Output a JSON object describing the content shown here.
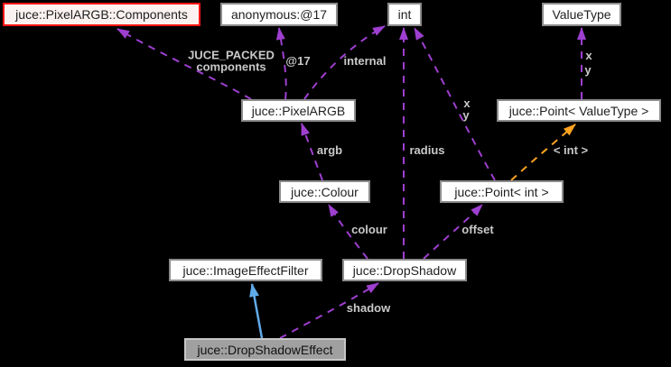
{
  "diagram": {
    "nodes": {
      "components": {
        "label": "juce::PixelARGB::Components"
      },
      "anonymous17": {
        "label": "anonymous:@17"
      },
      "int": {
        "label": "int"
      },
      "valuetype": {
        "label": "ValueType"
      },
      "pixelargb": {
        "label": "juce::PixelARGB"
      },
      "point_valuetype": {
        "label": "juce::Point< ValueType >"
      },
      "colour": {
        "label": "juce::Colour"
      },
      "point_int": {
        "label": "juce::Point< int >"
      },
      "imageeffectfilter": {
        "label": "juce::ImageEffectFilter"
      },
      "dropshadow": {
        "label": "juce::DropShadow"
      },
      "dropshadoweffect": {
        "label": "juce::DropShadowEffect"
      }
    },
    "edge_labels": {
      "juce_packed_line1": "JUCE_PACKED",
      "juce_packed_line2": "components",
      "at17": "@17",
      "internal": "internal",
      "radius": "radius",
      "x_int": "x",
      "y_int": "y",
      "x_valuetype": "x",
      "y_valuetype": "y",
      "template_int": "< int >",
      "argb": "argb",
      "colour": "colour",
      "offset": "offset",
      "shadow": "shadow"
    },
    "colors": {
      "background": "#000000",
      "node_fill": "#FFFFFF",
      "node_border": "#8C8C8C",
      "node_text": "#1F1F1F",
      "highlight_node_border": "#FF1414",
      "highlight_node_fill": "#FBF1F1",
      "current_node_fill": "#A0A0A0",
      "current_node_border": "#C6C6C6",
      "edge_usage_purple": "#9E3FD0",
      "edge_template_orange": "#FFA320",
      "edge_inheritance_blue": "#5FAAE8",
      "edge_label_text": "#C9C9C9"
    }
  }
}
